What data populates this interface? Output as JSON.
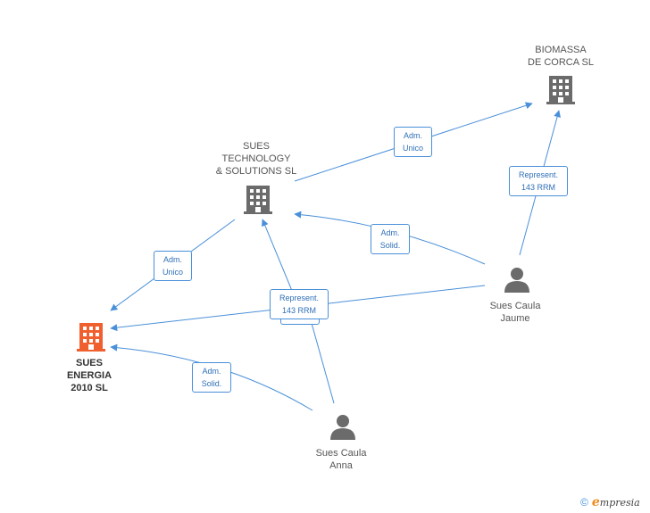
{
  "colors": {
    "edge": "#4a90d9",
    "company": "#6b6b6b",
    "focus_company": "#f0602f",
    "person": "#6b6b6b",
    "brand_accent": "#f08a1c"
  },
  "nodes": {
    "biomassa": {
      "line1": "BIOMASSA",
      "line2": "DE CORCA SL",
      "icon": "building-icon"
    },
    "sues_tech": {
      "line1": "SUES",
      "line2": "TECHNOLOGY",
      "line3": "& SOLUTIONS SL",
      "icon": "building-icon"
    },
    "sues_energia": {
      "line1": "SUES",
      "line2": "ENERGIA",
      "line3": "2010  SL",
      "icon": "building-icon"
    },
    "jaume": {
      "line1": "Sues Caula",
      "line2": "Jaume",
      "icon": "person-icon"
    },
    "anna": {
      "line1": "Sues Caula",
      "line2": "Anna",
      "icon": "person-icon"
    }
  },
  "edges": {
    "tech_to_biomassa": {
      "line1": "Adm.",
      "line2": "Unico"
    },
    "jaume_to_biomassa": {
      "line1": "Represent.",
      "line2": "143 RRM"
    },
    "jaume_to_tech": {
      "line1": "Adm.",
      "line2": "Solid."
    },
    "tech_to_energia": {
      "line1": "Adm.",
      "line2": "Unico"
    },
    "represent_center": {
      "line1": "Represent.",
      "line2": "143 RRM"
    },
    "anna_to_energia": {
      "line1": "Adm.",
      "line2": "Solid."
    }
  },
  "footer": {
    "copyright": "©",
    "brand_e": "e",
    "brand_rest": "mpresia"
  }
}
